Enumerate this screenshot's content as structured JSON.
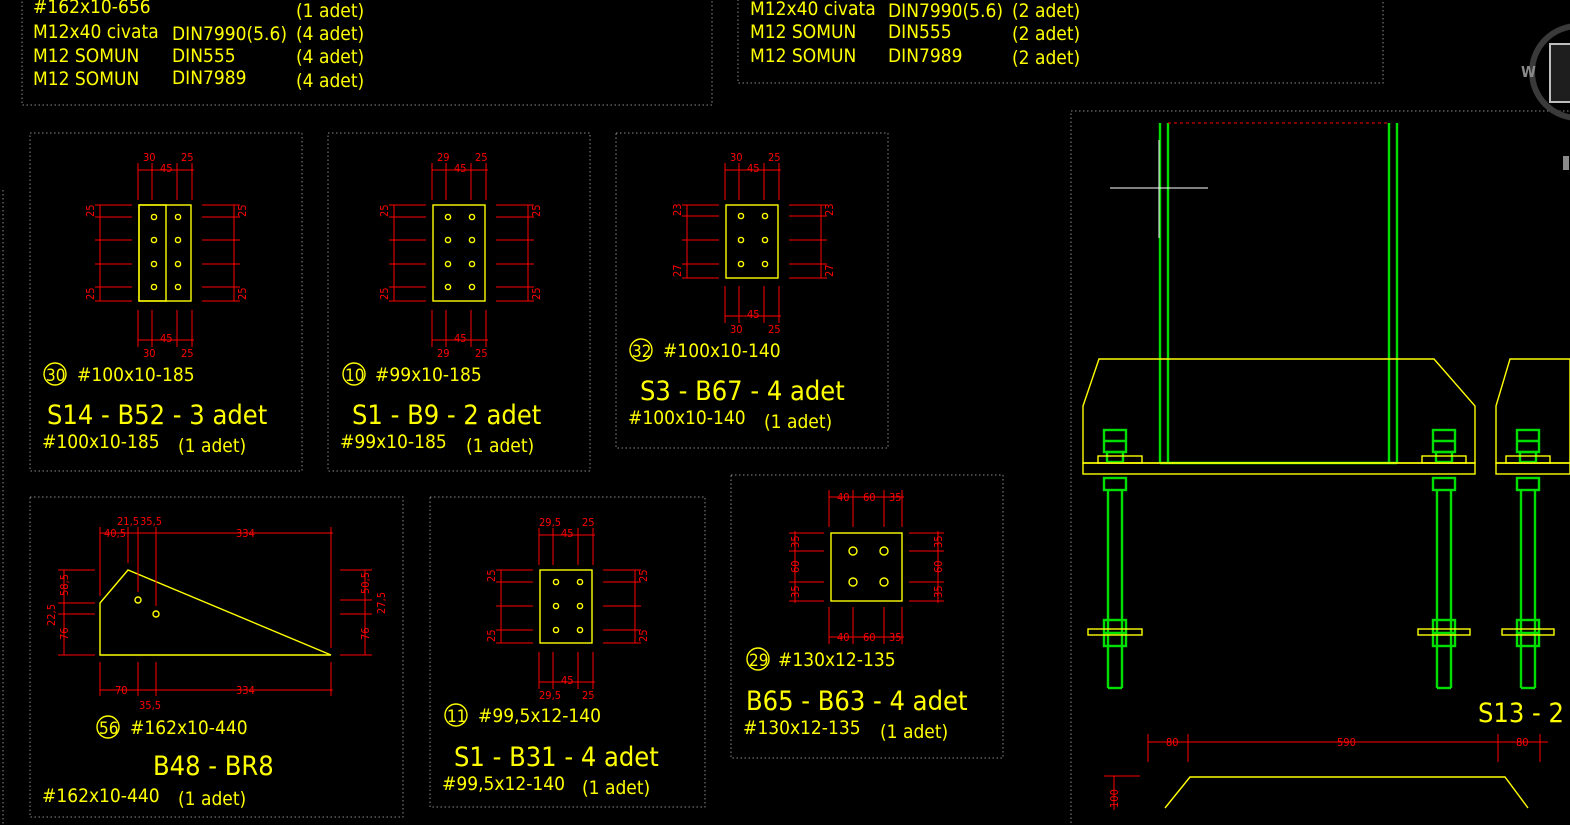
{
  "colors": {
    "background": "#000000",
    "annotation": "#ffff00",
    "dimension": "#ff0000",
    "column": "#00e000",
    "frame": "#8a8a8a",
    "cursor": "#ffffff"
  },
  "material_list_left": [
    {
      "part": "#162x10-656",
      "std": "",
      "qty": "(1  adet)"
    },
    {
      "part": "M12x40  civata",
      "std": "DIN7990(5.6)",
      "qty": "(4  adet)"
    },
    {
      "part": "M12  SOMUN",
      "std": "DIN555",
      "qty": "(4  adet)"
    },
    {
      "part": "M12  SOMUN",
      "std": "DIN7989",
      "qty": "(4  adet)"
    }
  ],
  "material_list_right": [
    {
      "part": "M12x40  civata",
      "std": "DIN7990(5.6)",
      "qty": "(2  adet)"
    },
    {
      "part": "M12  SOMUN",
      "std": "DIN555",
      "qty": "(2  adet)"
    },
    {
      "part": "M12  SOMUN",
      "std": "DIN7989",
      "qty": "(2  adet)"
    }
  ],
  "panels": [
    {
      "mark": "30",
      "plate": "#100x10-185",
      "title": "S14  -  B52  -  3  adet",
      "bom": "#100x10-185",
      "qty": "(1  adet)",
      "dims": {
        "top_a": "30",
        "top_b": "25",
        "pitch": "45",
        "edge": "25"
      }
    },
    {
      "mark": "10",
      "plate": "#99x10-185",
      "title": "S1  -  B9  -  2  adet",
      "bom": "#99x10-185",
      "qty": "(1  adet)",
      "dims": {
        "top_a": "29",
        "top_b": "25",
        "pitch": "45",
        "edge": "25"
      }
    },
    {
      "mark": "32",
      "plate": "#100x10-140",
      "title": "S3  -  B67  -  4  adet",
      "bom": "#100x10-140",
      "qty": "(1  adet)",
      "dims": {
        "top_a": "30",
        "top_b": "25",
        "pitch": "45",
        "edge_top": "23",
        "edge_bot": "27"
      }
    },
    {
      "mark": "56",
      "plate": "#162x10-440",
      "title": "B48  -  BR8",
      "bom": "#162x10-440",
      "qty": "(1  adet)",
      "dims": {
        "t1": "21,5",
        "t2": "35,5",
        "t3": "40,5",
        "t4": "334",
        "l1": "58,5",
        "l2": "22,5",
        "l3": "76",
        "r1": "50,5",
        "r2": "27,5",
        "r3": "76",
        "b1": "70",
        "b2": "334",
        "b3": "35,5"
      }
    },
    {
      "mark": "11",
      "plate": "#99,5x12-140",
      "title": "S1  -  B31  -  4  adet",
      "bom": "#99,5x12-140",
      "qty": "(1  adet)",
      "dims": {
        "top_a": "29,5",
        "top_b": "25",
        "pitch": "45",
        "edge": "25"
      }
    },
    {
      "mark": "29",
      "plate": "#130x12-135",
      "title": "B65  -  B63  -  4  adet",
      "bom": "#130x12-135",
      "qty": "(1  adet)",
      "dims": {
        "a": "40",
        "b": "60",
        "c": "35"
      }
    }
  ],
  "elevation": {
    "title": "S13  -  2",
    "dim_left": "80",
    "dim_mid": "590",
    "dim_right": "80",
    "dim_height": "100"
  },
  "logo_letter": "W"
}
